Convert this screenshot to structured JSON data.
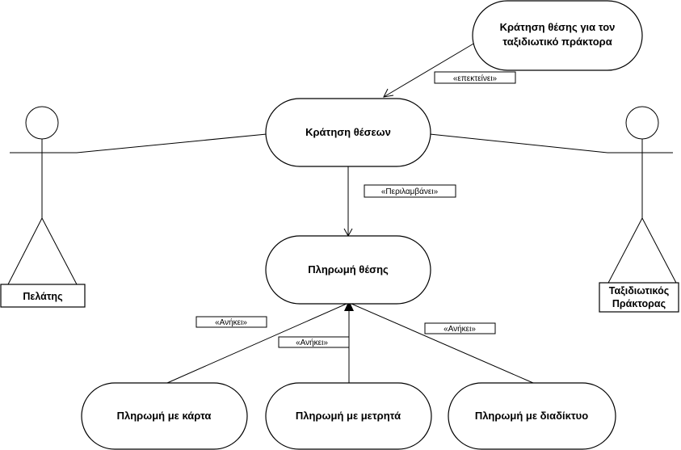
{
  "use_cases": {
    "agent_booking": {
      "line1": "Κράτηση θέσης για τον",
      "line2": "ταξιδιωτικό πράκτορα"
    },
    "booking": "Κράτηση θέσεων",
    "payment": "Πληρωμή θέσης",
    "pay_card": "Πληρωμή με κάρτα",
    "pay_cash": "Πληρωμή με μετρητά",
    "pay_online": "Πληρωμή με διαδίκτυο"
  },
  "actors": {
    "customer": "Πελάτης",
    "agent": {
      "line1": "Ταξιδιωτικός",
      "line2": "Πράκτορας"
    }
  },
  "relations": {
    "extends": "«επεκτείνει»",
    "includes": "«Περιλαμβάνει»",
    "belongs_left": "«Ανήκει»",
    "belongs_mid": "«Ανήκει»",
    "belongs_right": "«Ανήκει»"
  }
}
